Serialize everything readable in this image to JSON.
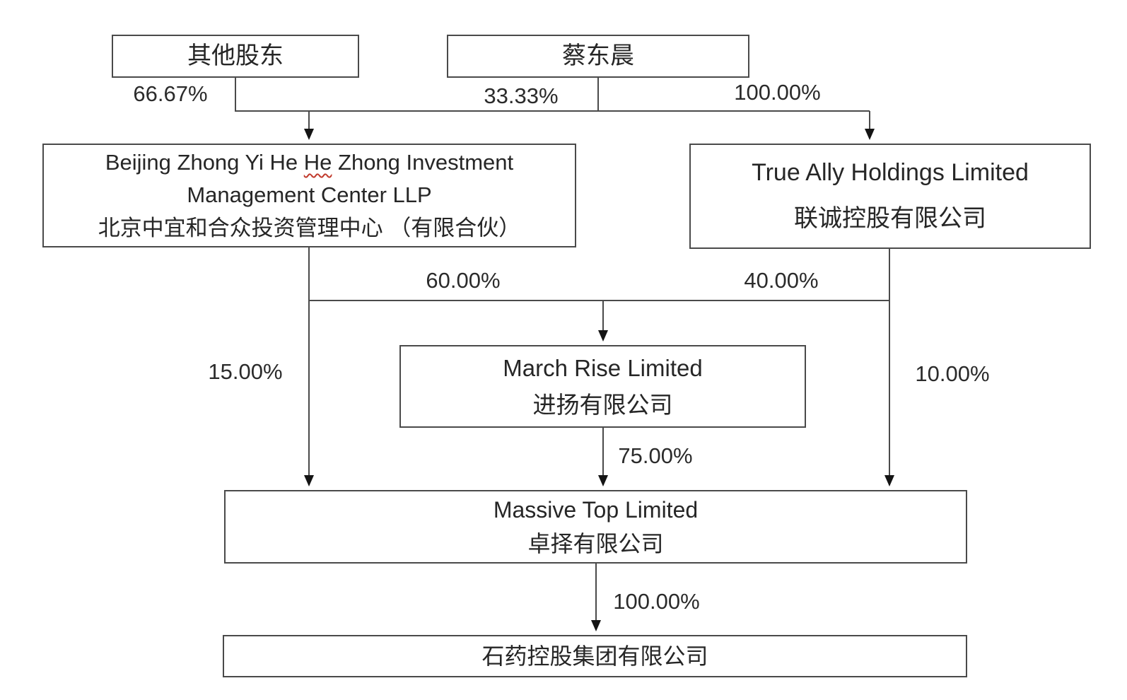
{
  "diagram": {
    "title": "corporate-ownership-structure-chart",
    "colors": {
      "background": "#ffffff",
      "box_border": "#4a4a4a",
      "connector_line": "#4a4a4a",
      "arrowhead": "#141414",
      "text": "#262626",
      "spellcheck_squiggle": "#c0392b"
    },
    "nodes": {
      "other_shareholders": {
        "name_zh": "其他股东"
      },
      "cai_dongchen": {
        "name_zh": "蔡东晨"
      },
      "beijing_llp": {
        "name_en_part1": "Beijing Zhong Yi He",
        "name_en_misspelled_word": "He",
        "name_en_part2": "Zhong Investment",
        "name_en_line2": "Management Center LLP",
        "name_zh": "北京中宜和合众投资管理中心 （有限合伙）"
      },
      "true_ally": {
        "name_en": "True Ally Holdings Limited",
        "name_zh": "联诚控股有限公司"
      },
      "march_rise": {
        "name_en": "March Rise Limited",
        "name_zh": "进扬有限公司"
      },
      "massive_top": {
        "name_en": "Massive Top Limited",
        "name_zh": "卓择有限公司"
      },
      "cspc_holdings": {
        "name_zh": "石药控股集团有限公司"
      }
    },
    "edges": {
      "other_to_beijing": {
        "from": "其他股东",
        "to": "Beijing Zhong Yi He He Zhong Investment Management Center LLP",
        "label": "66.67%"
      },
      "cai_to_beijing": {
        "from": "蔡东晨",
        "to": "Beijing Zhong Yi He He Zhong Investment Management Center LLP",
        "label": "33.33%"
      },
      "cai_to_true_ally": {
        "from": "蔡东晨",
        "to": "True Ally Holdings Limited",
        "label": "100.00%"
      },
      "beijing_to_march": {
        "from": "Beijing Zhong Yi He He Zhong Investment Management Center LLP",
        "to": "March Rise Limited",
        "label": "60.00%"
      },
      "true_ally_to_march": {
        "from": "True Ally Holdings Limited",
        "to": "March Rise Limited",
        "label": "40.00%"
      },
      "beijing_to_massive": {
        "from": "Beijing Zhong Yi He He Zhong Investment Management Center LLP",
        "to": "Massive Top Limited",
        "label": "15.00%"
      },
      "march_to_massive": {
        "from": "March Rise Limited",
        "to": "Massive Top Limited",
        "label": "75.00%"
      },
      "true_ally_to_massive": {
        "from": "True Ally Holdings Limited",
        "to": "Massive Top Limited",
        "label": "10.00%"
      },
      "massive_to_cspc": {
        "from": "Massive Top Limited",
        "to": "石药控股集团有限公司",
        "label": "100.00%"
      }
    }
  }
}
